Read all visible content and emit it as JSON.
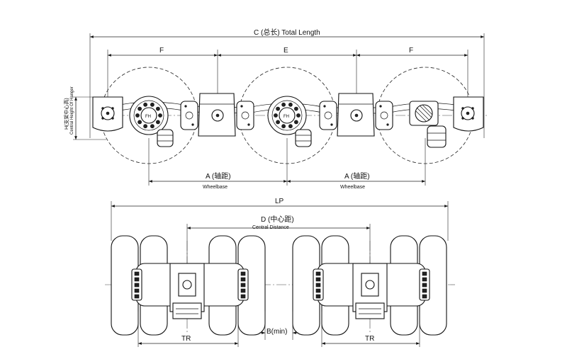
{
  "dimensions": {
    "total_length": "C (总长) Total Length",
    "spacing_f": "F",
    "spacing_e": "E",
    "wheelbase_1": "A (轴距)",
    "wheelbase_1_en": "Wheelbase",
    "wheelbase_2": "A (轴距)",
    "wheelbase_2_en": "Wheelbase",
    "hanger_height_cn": "H(支架中心高)",
    "hanger_height_en": "Central Height Of Hanger",
    "lp": "LP",
    "central_distance": "D (中心距)",
    "central_distance_en": "Central Distance",
    "tr": "TR",
    "b_min": "B(min)"
  },
  "hub_mark": "FH"
}
